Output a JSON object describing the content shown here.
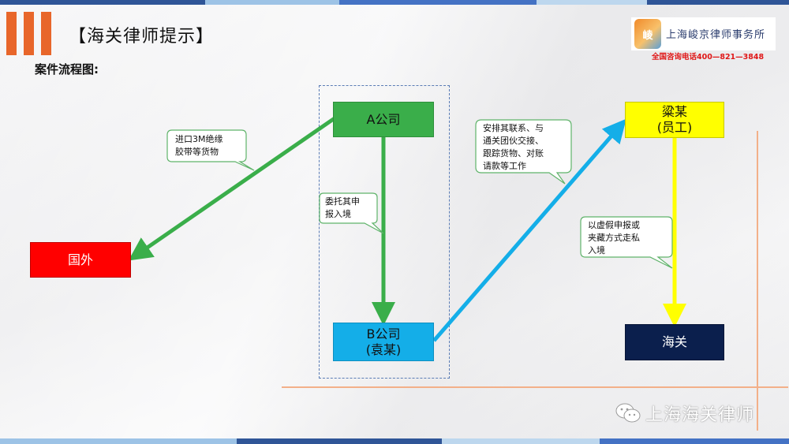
{
  "header": {
    "title": "【海关律师提示】",
    "subtitle": "案件流程图:"
  },
  "logo": {
    "mark": "崚",
    "firm_name": "上海峻京律师事务所",
    "hotline": "全国咨询电话400—821—3848"
  },
  "nodes": {
    "company_a": {
      "line1": "A公司",
      "line2": ""
    },
    "company_b": {
      "line1": "B公司",
      "line2": "(袁某)"
    },
    "foreign": {
      "line1": "国外"
    },
    "liang": {
      "line1": "粱某",
      "line2": "(员工)"
    },
    "customs": {
      "line1": "海关"
    }
  },
  "callouts": {
    "import_goods": [
      "进口3M绝缘",
      "胶带等货物"
    ],
    "entrust_declare": [
      "委托其申",
      "报入境"
    ],
    "arrange_contact": [
      "安排其联系、与",
      "通关团伙交接、",
      "跟踪货物、对账",
      "请款等工作"
    ],
    "smuggle": [
      "以虚假申报或",
      "夹藏方式走私",
      "入境"
    ]
  },
  "colors": {
    "accent_orange": "#e8662a",
    "green": "#3aae4a",
    "blue": "#14aee8",
    "red": "#ff0000",
    "yellow": "#ffff00",
    "navy": "#0b1f4d"
  },
  "footer": {
    "watermark": "上海海关律师"
  }
}
